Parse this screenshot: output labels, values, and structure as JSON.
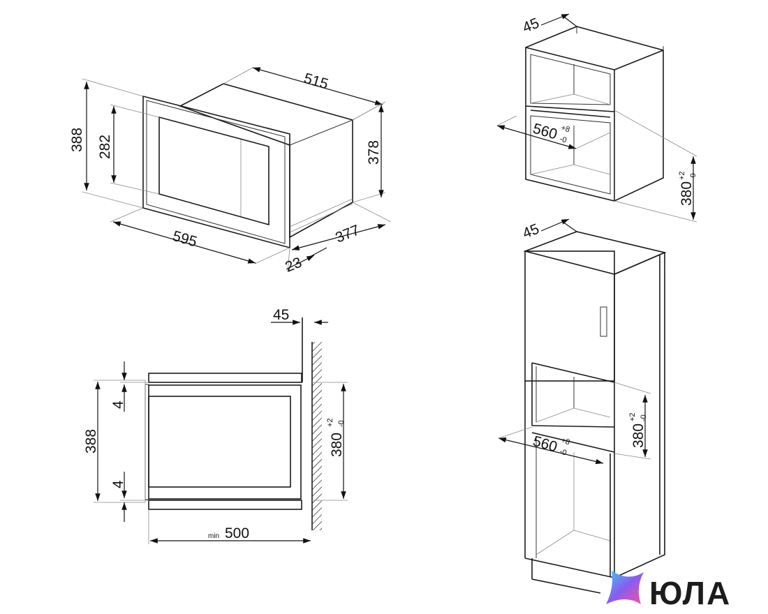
{
  "top_left_view": {
    "width": "595",
    "depth": "515",
    "height_total": "388",
    "height_window": "282",
    "height_body": "378",
    "depth_body": "377",
    "frame_depth": "23"
  },
  "top_right_view": {
    "gap": "45",
    "width_main": "560",
    "width_sup": "+8",
    "width_sub": "-0",
    "height_main": "380",
    "height_sup": "+2",
    "height_sub": "-0"
  },
  "bottom_left_view": {
    "gap": "45",
    "height_total": "388",
    "top_gap": "4",
    "bottom_gap": "4",
    "height_main": "380",
    "height_sup": "+2",
    "height_sub": "-0",
    "depth_prefix": "min",
    "depth_main": "500"
  },
  "bottom_right_view": {
    "gap": "45",
    "width_main": "560",
    "width_sup": "+8",
    "width_sub": "-0",
    "height_main": "380",
    "height_sup": "+2",
    "height_sub": "-0"
  },
  "watermark": {
    "brand": "ЮЛА"
  },
  "colors": {
    "line": "#1a1a1a",
    "logo_gradient_start": "#3ec8f0",
    "logo_gradient_mid": "#8a5cf0",
    "logo_gradient_end": "#ff4fa0"
  }
}
